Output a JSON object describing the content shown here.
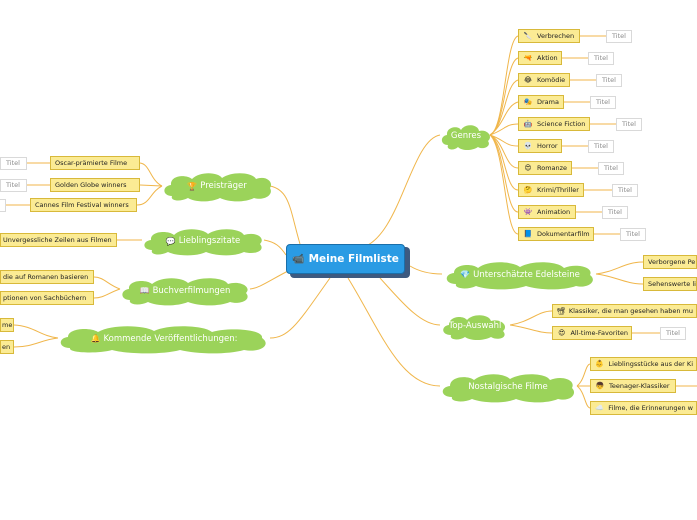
{
  "center": {
    "label": "Meine Filmliste",
    "icon": "camera-icon"
  },
  "right_branches": [
    {
      "id": "genres",
      "label": "Genres",
      "icon": "",
      "items": [
        {
          "label": "Verbrechen",
          "icon": "knife-icon",
          "title": "Titel"
        },
        {
          "label": "Aktion",
          "icon": "gun-icon",
          "title": "Titel"
        },
        {
          "label": "Komödie",
          "icon": "laughing-face-icon",
          "title": "Titel"
        },
        {
          "label": "Drama",
          "icon": "drama-masks-icon",
          "title": "Titel"
        },
        {
          "label": "Science Fiction",
          "icon": "robot-icon",
          "title": "Titel"
        },
        {
          "label": "Horror",
          "icon": "skull-icon",
          "title": "Titel"
        },
        {
          "label": "Romanze",
          "icon": "heart-eyes-face-icon",
          "title": "Titel"
        },
        {
          "label": "Krimi/Thriller",
          "icon": "thinking-face-icon",
          "title": "Titel"
        },
        {
          "label": "Animation",
          "icon": "alien-icon",
          "title": "Titel"
        },
        {
          "label": "Dokumentarfilm",
          "icon": "book-icon",
          "title": "Titel"
        }
      ]
    },
    {
      "id": "gems",
      "label": "Unterschätzte Edelsteine",
      "icon": "gem-icon",
      "items": [
        {
          "label": "Verborgene Pe",
          "icon": ""
        },
        {
          "label": "Sehenswerte li",
          "icon": ""
        }
      ]
    },
    {
      "id": "top",
      "label": "Top-Auswahl",
      "icon": "",
      "items": [
        {
          "label": "Klassiker, die man gesehen haben mu",
          "icon": "projector-icon"
        },
        {
          "label": "All-time-Favoriten",
          "icon": "heart-eyes-face-icon",
          "title": "Titel"
        }
      ]
    },
    {
      "id": "nostalgia",
      "label": "Nostalgische Filme",
      "icon": "",
      "items": [
        {
          "label": "Lieblingsstücke aus der Ki",
          "icon": "baby-icon"
        },
        {
          "label": "Teenager-Klassiker",
          "icon": "boy-face-icon"
        },
        {
          "label": "Filme, die Erinnerungen w",
          "icon": "cloud-icon"
        }
      ]
    }
  ],
  "left_branches": [
    {
      "id": "awards",
      "label": "Preisträger",
      "icon": "trophy-icon",
      "items": [
        {
          "label": "Oscar-prämierte Filme",
          "title": "Titel"
        },
        {
          "label": "Golden Globe winners",
          "title": "Titel"
        },
        {
          "label": "Cannes Film Festival winners",
          "title": ""
        }
      ]
    },
    {
      "id": "quotes",
      "label": "Lieblingszitate",
      "icon": "speech-bubble-icon",
      "items": [
        {
          "label": "Unvergessliche Zeilen aus Filmen"
        }
      ]
    },
    {
      "id": "books",
      "label": "Buchverfilmungen",
      "icon": "open-book-icon",
      "items": [
        {
          "label": "die auf Romanen basieren"
        },
        {
          "label": "ptionen von Sachbüchern"
        }
      ]
    },
    {
      "id": "upcoming",
      "label": "Kommende Veröffentlichungen:",
      "icon": "bell-icon",
      "items": [
        {
          "label": "me"
        },
        {
          "label": "en"
        }
      ]
    }
  ],
  "colors": {
    "branch": "#9bd35a",
    "line": "#f0b64b",
    "tag_bg": "#fbeb94",
    "tag_border": "#d8b93a",
    "center": "#2a9be4"
  }
}
